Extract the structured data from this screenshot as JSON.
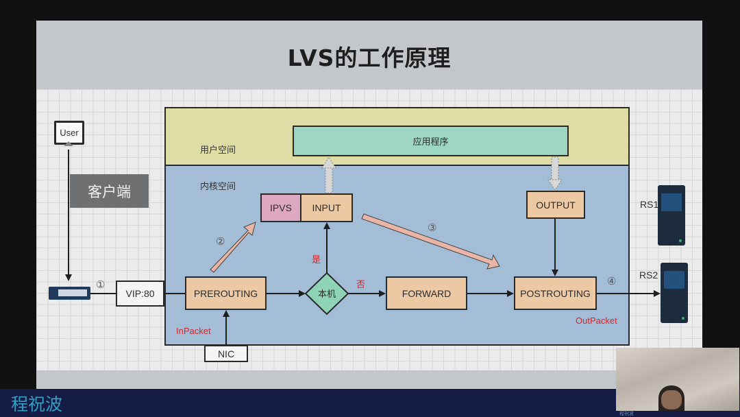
{
  "slide": {
    "title": "LVS的工作原理"
  },
  "diagram": {
    "zones": {
      "user_space": "用户空间",
      "kernel_space": "内核空间"
    },
    "client": {
      "user_label": "User",
      "client_label": "客户端"
    },
    "nodes": {
      "application": "应用程序",
      "ipvs": "IPVS",
      "input": "INPUT",
      "output": "OUTPUT",
      "vip": "VIP:80",
      "prerouting": "PREROUTING",
      "decision": "本机",
      "forward": "FORWARD",
      "postrouting": "POSTROUTING",
      "nic": "NIC"
    },
    "edge_labels": {
      "yes": "是",
      "no": "否",
      "in_packet": "InPacket",
      "out_packet": "OutPacket"
    },
    "steps": [
      "①",
      "②",
      "③",
      "④"
    ],
    "servers": [
      {
        "label": "RS1"
      },
      {
        "label": "RS2"
      }
    ],
    "colors": {
      "user_space": "#dfdda6",
      "kernel_space": "#a3bdd7",
      "application": "#9dd6c2",
      "chain": "#ecc9a3",
      "ipvs": "#dea8c0",
      "decision": "#8fd3b6",
      "red_label": "#d6262b",
      "step_arrow": "#eab4a6"
    }
  },
  "footer": {
    "presenter_name": "程祝波",
    "camera_caption": "程祝波"
  }
}
